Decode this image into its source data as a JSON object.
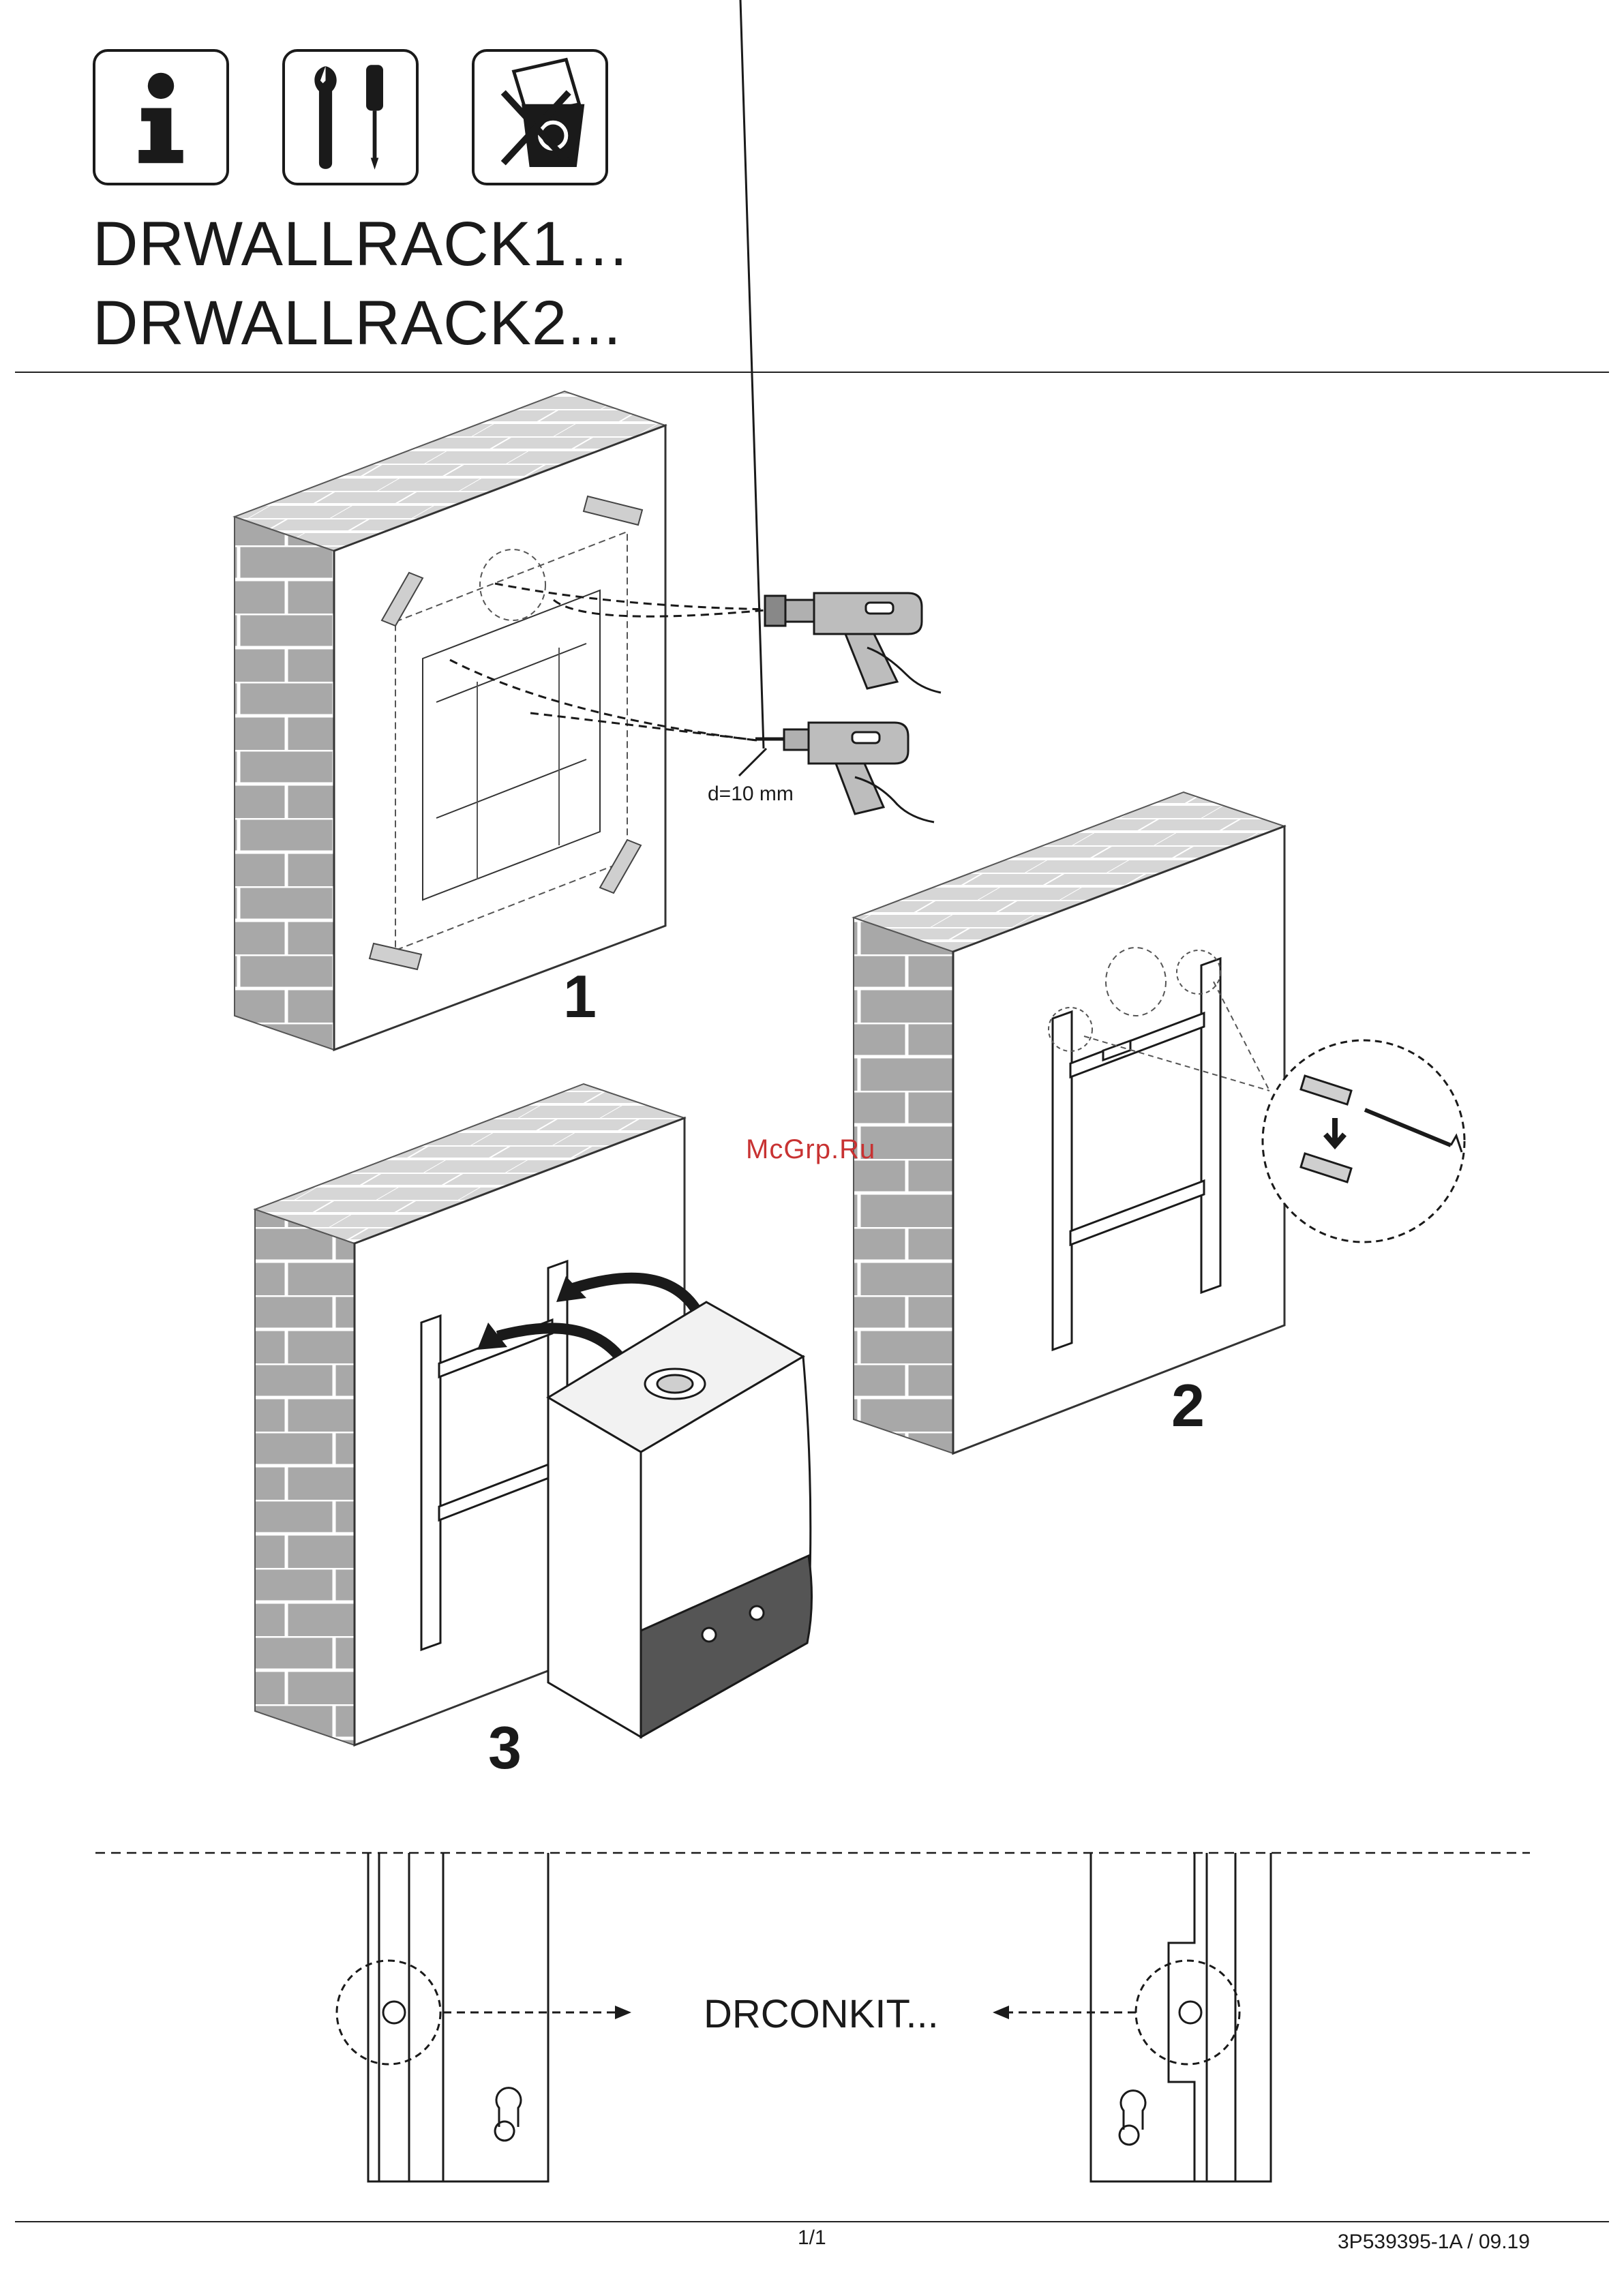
{
  "header": {
    "icons": [
      {
        "name": "info-icon",
        "glyph": "i"
      },
      {
        "name": "tools-icon"
      },
      {
        "name": "no-disposal-icon"
      }
    ],
    "title_line1": "DRWALLRACK1…",
    "title_line2": "DRWALLRACK2..."
  },
  "steps": {
    "step1_label": "1",
    "step2_label": "2",
    "step3_label": "3",
    "drill_size_label": "d=10 mm"
  },
  "watermark": "McGrp.Ru",
  "detail": {
    "kit_label": "DRCONKIT..."
  },
  "footer": {
    "page": "1/1",
    "doc_ref": "3P539395-1A /  09.19"
  },
  "colors": {
    "brick": "#a8a8a8",
    "wall_top": "#d8d8d8",
    "ink": "#1a1a1a",
    "watermark": "#c83232",
    "heater_panel": "#555555"
  }
}
